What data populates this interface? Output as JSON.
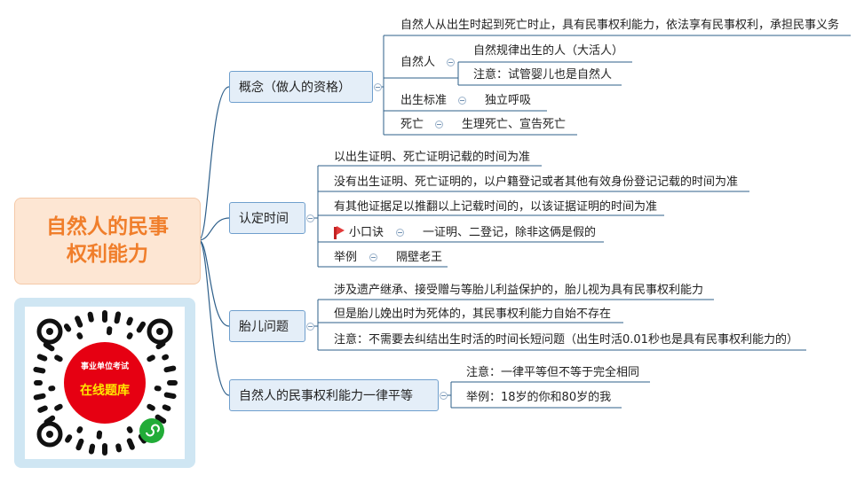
{
  "root": {
    "line1": "自然人的民事",
    "line2": "权利能力"
  },
  "branches": [
    {
      "label": "概念（做人的资格）",
      "items": [
        {
          "text": "自然人从出生时起到死亡时止，具有民事权利能力，依法享有民事权利，承担民事义务"
        },
        {
          "text": "自然人",
          "children": [
            "自然规律出生的人（大活人）",
            "注意：试管婴儿也是自然人"
          ]
        },
        {
          "text": "出生标准",
          "children": [
            "独立呼吸"
          ]
        },
        {
          "text": "死亡",
          "children": [
            "生理死亡、宣告死亡"
          ]
        }
      ]
    },
    {
      "label": "认定时间",
      "items": [
        {
          "text": "以出生证明、死亡证明记载的时间为准"
        },
        {
          "text": "没有出生证明、死亡证明的，以户籍登记或者其他有效身份登记记载的时间为准"
        },
        {
          "text": "有其他证据足以推翻以上记载时间的，以该证据证明的时间为准"
        },
        {
          "text": "小口诀",
          "icon": "red-flag-icon",
          "children": [
            "一证明、二登记，除非这俩是假的"
          ]
        },
        {
          "text": "举例",
          "children": [
            "隔壁老王"
          ]
        }
      ]
    },
    {
      "label": "胎儿问题",
      "items": [
        {
          "text": "涉及遗产继承、接受赠与等胎儿利益保护的，胎儿视为具有民事权利能力"
        },
        {
          "text": "但是胎儿娩出时为死体的，其民事权利能力自始不存在"
        },
        {
          "text": "注意：不需要去纠结出生时活的时间长短问题（出生时活0.01秒也是具有民事权利能力的）"
        }
      ]
    },
    {
      "label": "自然人的民事权利能力一律平等",
      "items": [
        {
          "text": "注意：一律平等但不等于完全相同"
        },
        {
          "text": "举例：18岁的你和80岁的我"
        }
      ]
    }
  ],
  "qr": {
    "line1": "事业单位考试",
    "line2": "在线题库",
    "icon": "mini-program-icon"
  },
  "colors": {
    "root_text": "#f07e2b",
    "root_bg": "#fde6d3",
    "branch_bg": "#e4eef8",
    "line": "#2e5f8a",
    "flag": "#e23a3a",
    "qr_red": "#e60012"
  }
}
